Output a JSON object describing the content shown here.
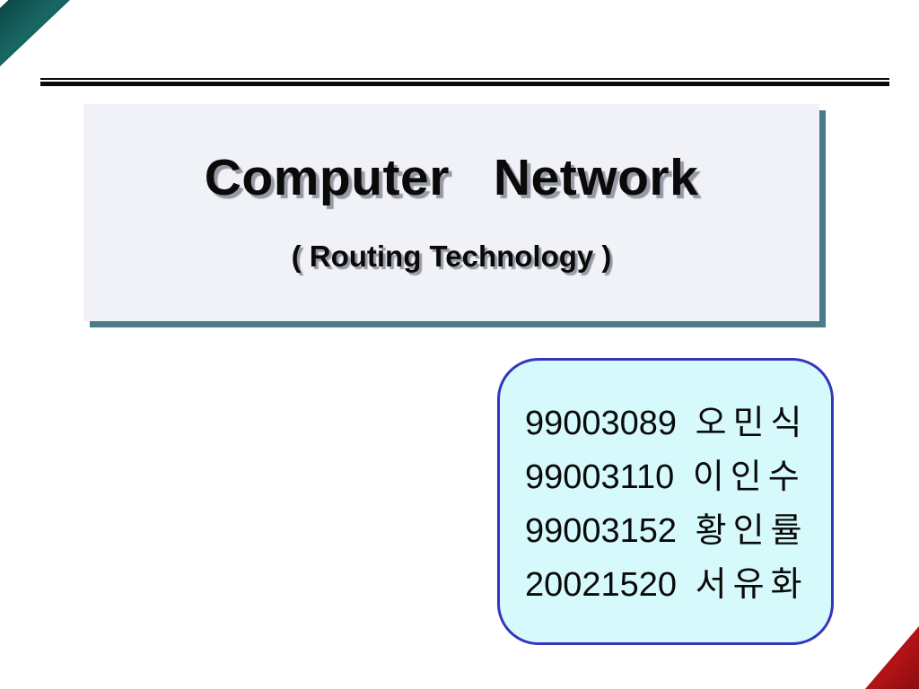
{
  "slide": {
    "title": "Computer   Network",
    "subtitle": "( Routing Technology )",
    "members": [
      {
        "id": "99003089",
        "name": "오민식"
      },
      {
        "id": "99003110",
        "name": "이인수"
      },
      {
        "id": "99003152",
        "name": "황인률"
      },
      {
        "id": "20021520",
        "name": "서유화"
      }
    ],
    "colors": {
      "corner_teal": "#145f5e",
      "corner_red": "#a50f12",
      "title_box_bg": "#f0f2f8",
      "title_box_shadow": "#4a7a8c",
      "member_box_bg": "#d6fafc",
      "member_box_border": "#3535bb",
      "rule_color": "#0a0a0a",
      "text_color": "#0a0a0a"
    }
  }
}
